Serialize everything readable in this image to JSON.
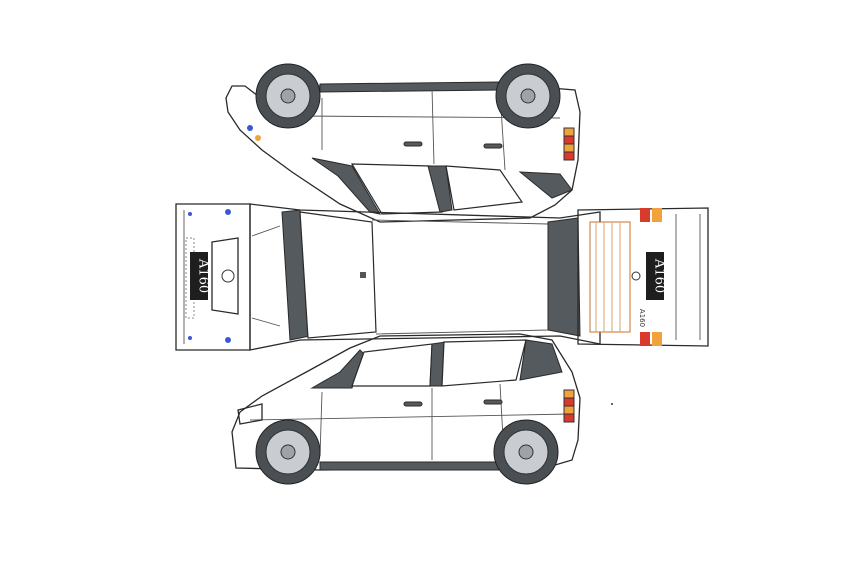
{
  "diagram": {
    "front_plate": "A160",
    "rear_plate": "A160",
    "rear_badge": "A160",
    "colors": {
      "body": "#ffffff",
      "trim": "#555a5e",
      "tail_red": "#d83a2c",
      "tail_amber": "#f2a23a",
      "indicator_blue": "#3b57d6",
      "plate": "#1e1e1e"
    }
  }
}
